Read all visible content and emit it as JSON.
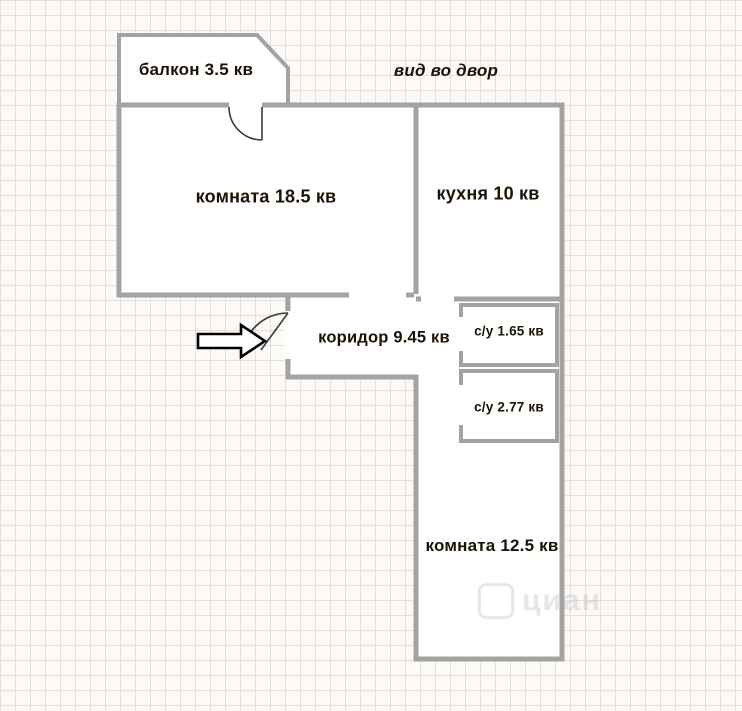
{
  "title": "floor-plan",
  "labels": {
    "balcony": "балкон 3.5 кв",
    "view": "вид во двор",
    "room1": "комната  18.5 кв",
    "kitchen": "кухня 10 кв",
    "corridor": "коридор 9.45 кв",
    "wc1": "с/у 1.65 кв",
    "wc2": "с/у 2.77 кв",
    "room2": "комната 12.5 кв"
  },
  "watermark": {
    "text": "циан"
  },
  "colors": {
    "wall": "#a3a3a3",
    "grid_line": "#ebdcdc",
    "paper": "#fbfaf7",
    "text": "#1c1206",
    "arrow_outline": "#000000"
  }
}
